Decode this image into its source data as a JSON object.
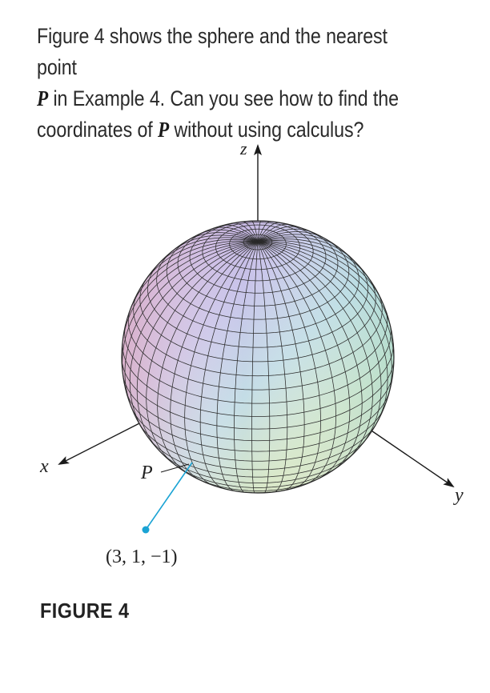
{
  "caption": {
    "line1": "Figure 4 shows the sphere and the nearest point",
    "line2_var": "P",
    "line2_rest": " in Example 4. Can you see how to find the",
    "line3_start": "coordinates of ",
    "line3_var": "P",
    "line3_rest": " without using calculus?"
  },
  "figure": {
    "axis_x_label": "x",
    "axis_y_label": "y",
    "axis_z_label": "z",
    "point_label": "P",
    "point_coords": "(3, 1, −1)",
    "caption_label": "FIGURE 4",
    "point_color": "#1aa3d4",
    "mesh_color": "#2a2a2a"
  }
}
